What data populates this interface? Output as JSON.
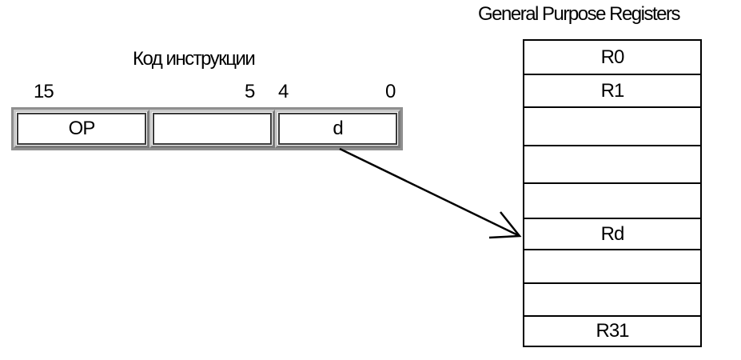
{
  "instruction": {
    "title": "Код инструкции",
    "bits": {
      "b15": "15",
      "b5": "5",
      "b4": "4",
      "b0": "0"
    },
    "fields": {
      "op": "OP",
      "middle": "",
      "d": "d"
    }
  },
  "registers": {
    "title": "General Purpose Registers",
    "rows": [
      "R0",
      "R1",
      "",
      "",
      "",
      "Rd",
      "",
      "",
      "R31"
    ]
  }
}
